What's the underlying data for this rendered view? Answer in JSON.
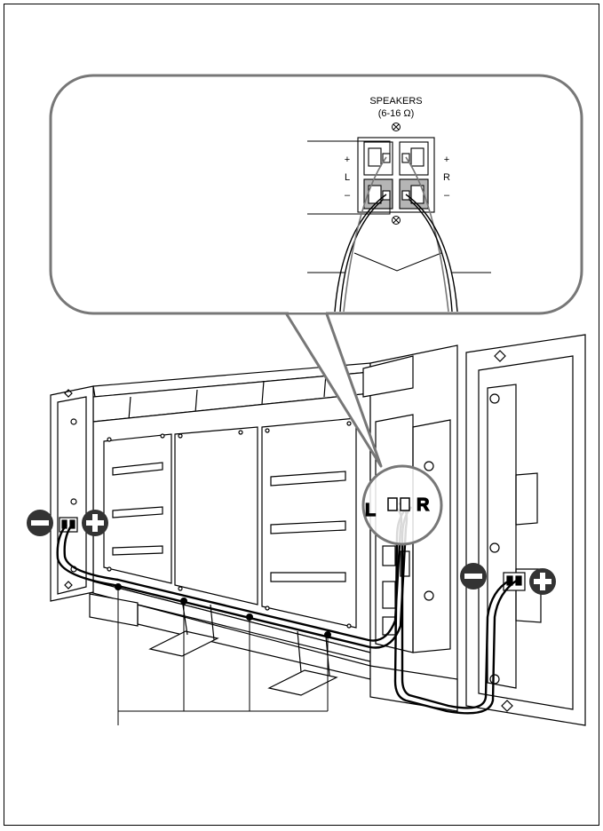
{
  "callout": {
    "title": "SPEAKERS",
    "impedance": "(6-16 Ω)",
    "plus_left": "+",
    "plus_right": "+",
    "channel_left": "L",
    "channel_right": "R",
    "minus_left": "–",
    "minus_right": "–"
  },
  "panel": {
    "terminal_left": "L",
    "terminal_right": "R"
  },
  "icons": {
    "minus": "minus-sign-icon",
    "plus": "plus-sign-icon",
    "screw": "screw-icon"
  },
  "colors": {
    "line": "#000000",
    "callout_fill": "#ffffff",
    "highlight": "#777777",
    "terminal_shade": "#b5b5b5",
    "sign_fill": "#333333"
  }
}
